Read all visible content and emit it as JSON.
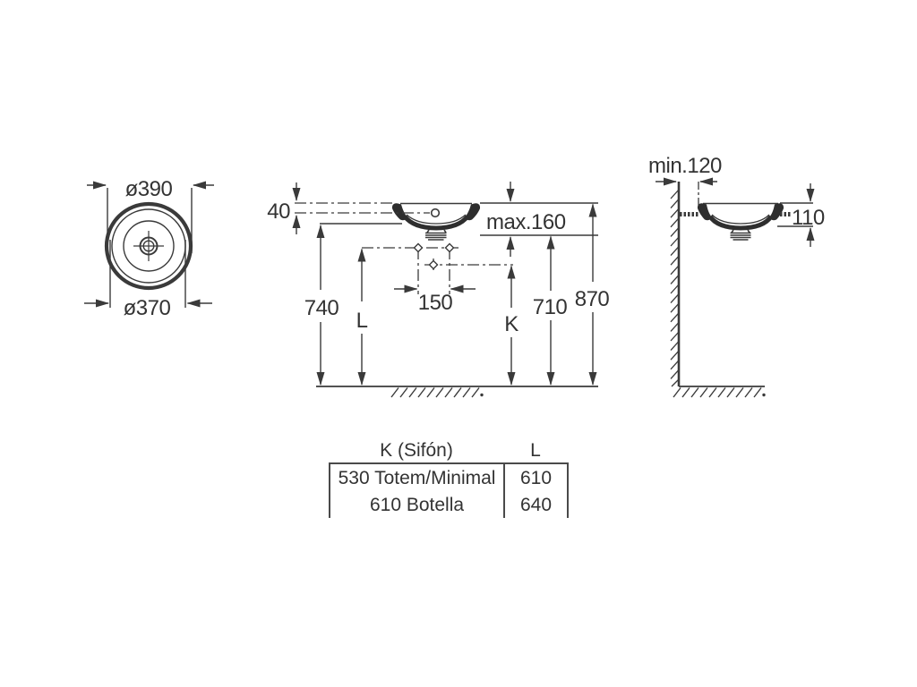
{
  "top_view": {
    "outer_diameter": "ø390",
    "inner_diameter": "ø370"
  },
  "front_view": {
    "rim_to_hole": "40",
    "max_rim_to_underside": "max.160",
    "counter_height": "740",
    "supply_label": "L",
    "tap_spacing": "150",
    "siphon_label": "K",
    "underside_height": "710",
    "rim_height": "870"
  },
  "side_view": {
    "wall_clearance": "min.120",
    "depth": "110"
  },
  "table": {
    "headers": [
      "K (Sifón)",
      "L"
    ],
    "rows": [
      [
        "530 Totem/Minimal",
        "610"
      ],
      [
        "610 Botella",
        "640"
      ]
    ]
  },
  "colors": {
    "line": "#3a3a3a",
    "thick_line": "#2e2e2e",
    "text": "#333333",
    "background": "#ffffff"
  }
}
